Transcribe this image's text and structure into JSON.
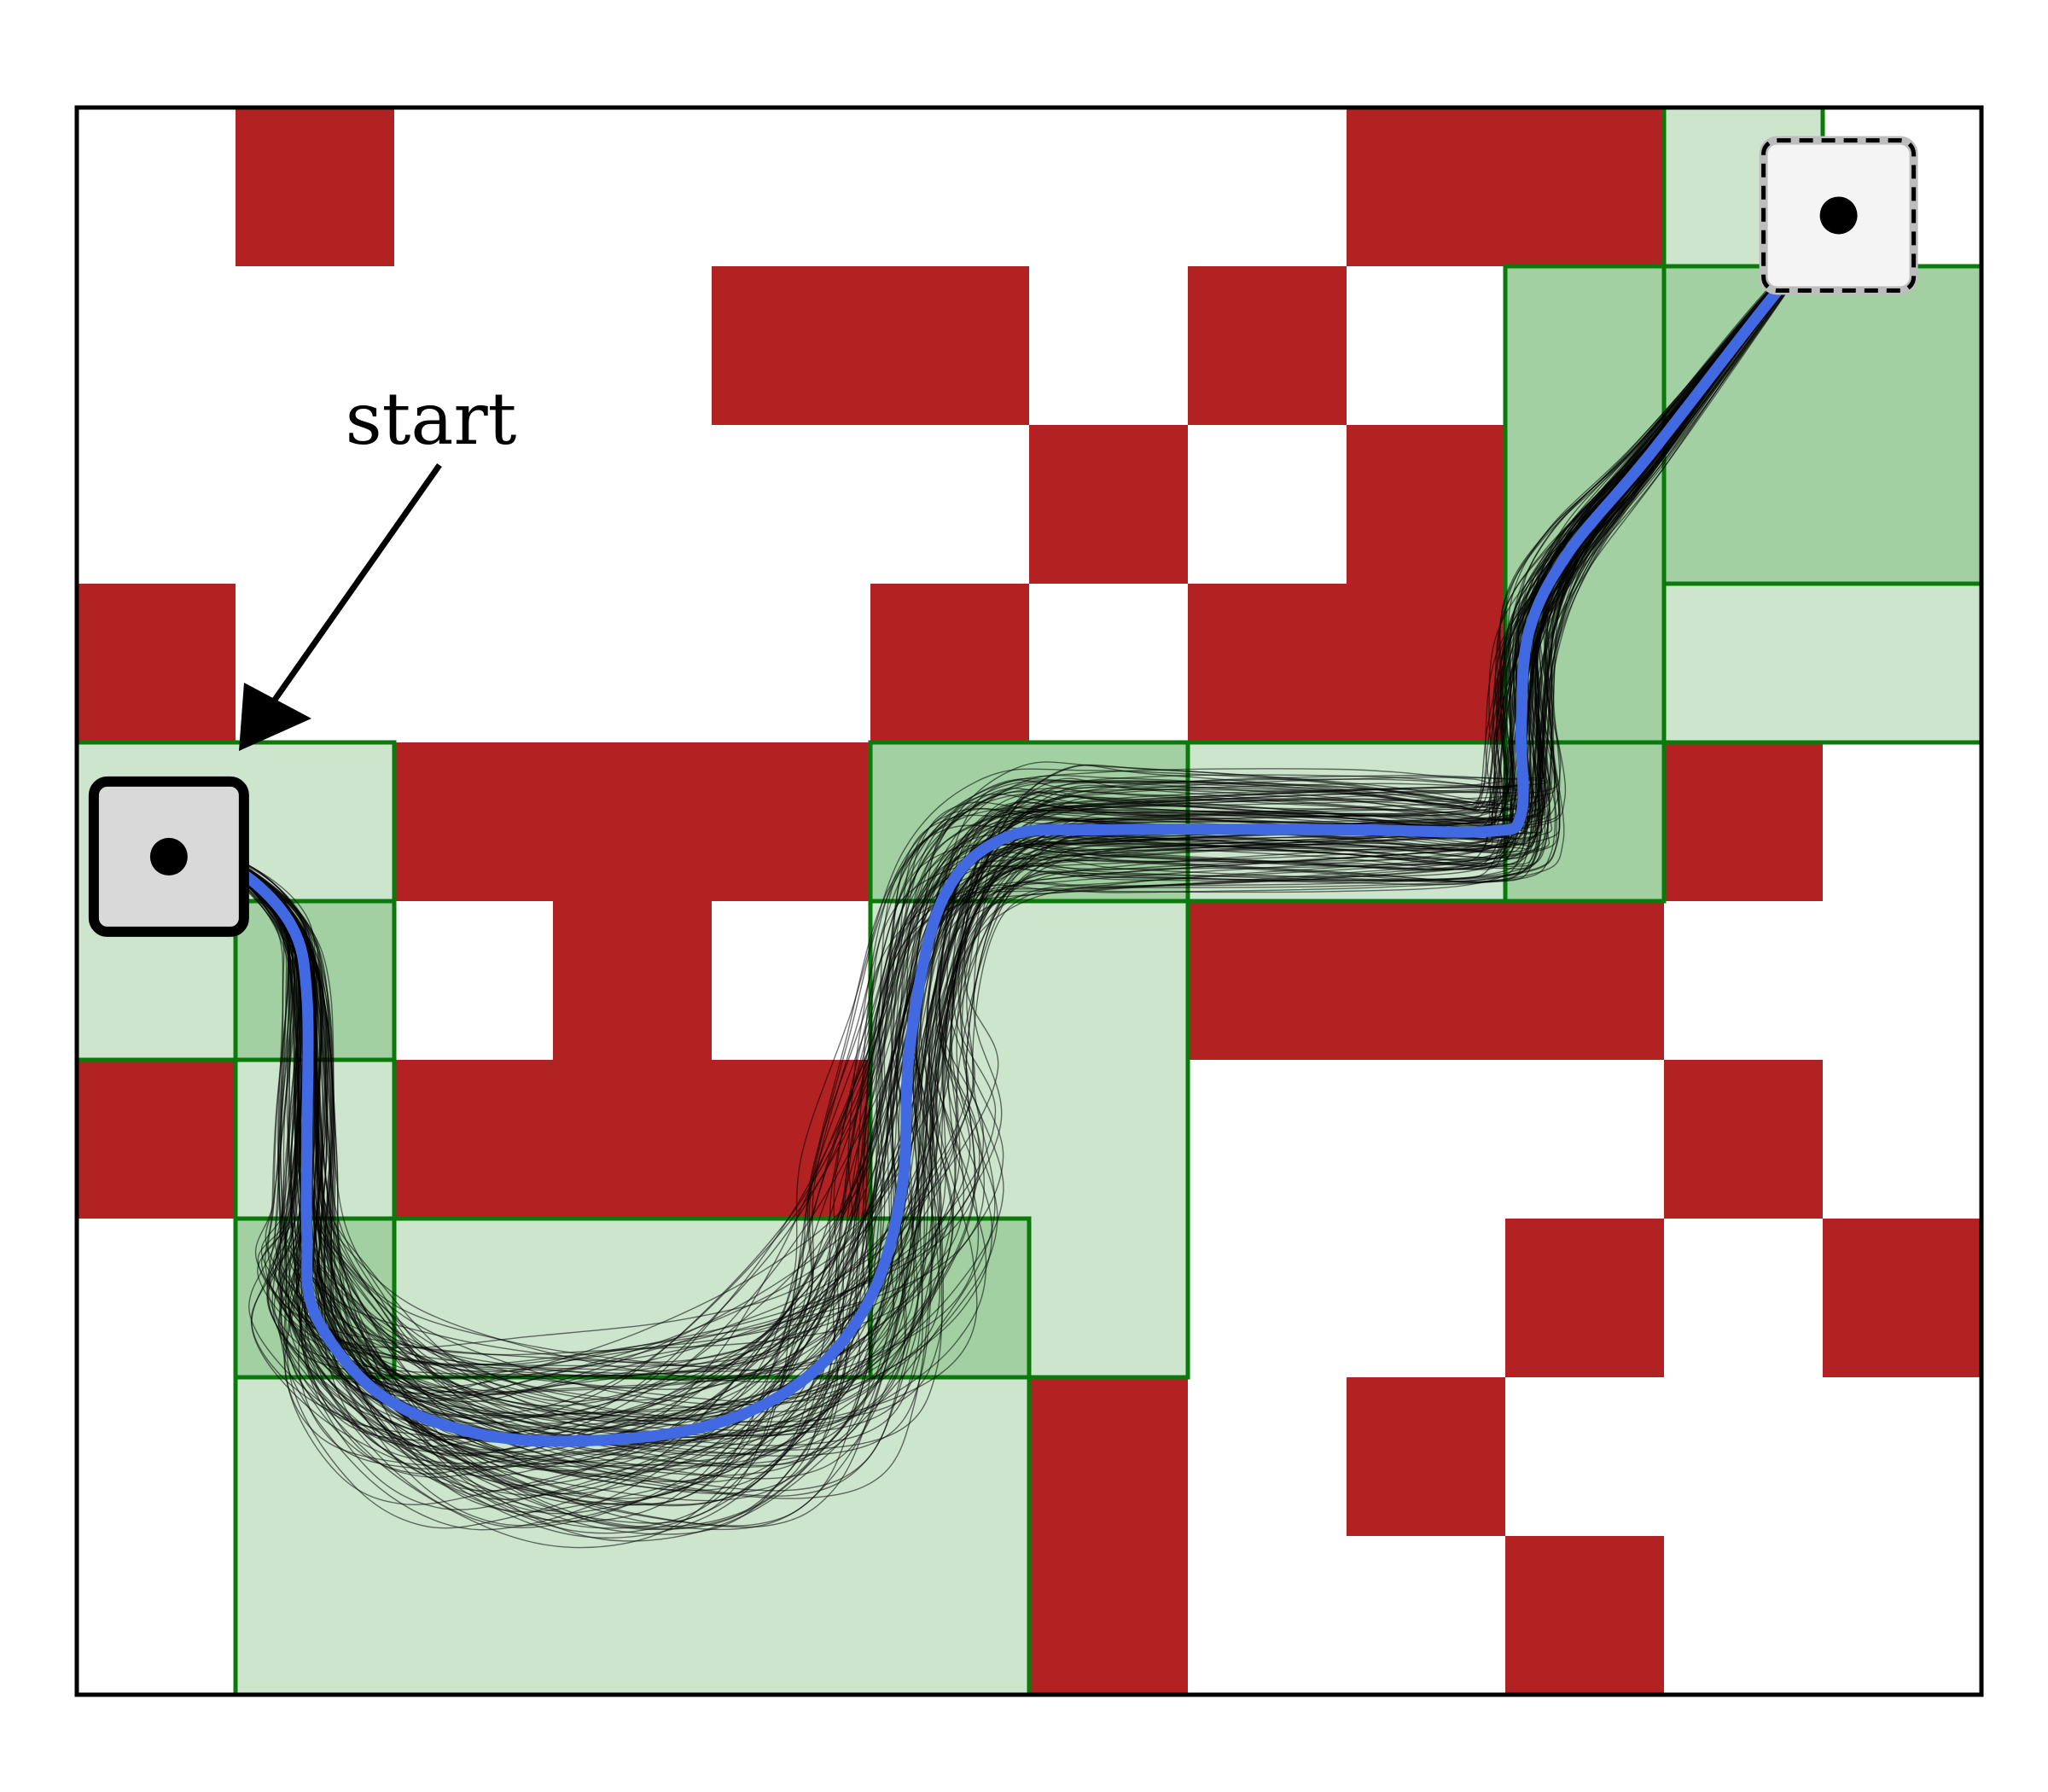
{
  "annotation": {
    "start_label": "start"
  },
  "colors": {
    "obstacle": "#b22222",
    "corridor_light": "#cde5cd",
    "corridor_dark": "#a2d0a2",
    "corridor_edge": "#0a7a0a",
    "mean_path": "#4169e1",
    "sample_paths": "#000000",
    "start_box": "#d9d9d9",
    "goal_box": "#f4f4f4",
    "frame": "#000000"
  },
  "grid": {
    "cols": 12,
    "rows": 10
  },
  "obstacles": [
    [
      1,
      0
    ],
    [
      8,
      0
    ],
    [
      9,
      0
    ],
    [
      4,
      1
    ],
    [
      5,
      1
    ],
    [
      7,
      1
    ],
    [
      6,
      2
    ],
    [
      8,
      2
    ],
    [
      0,
      3
    ],
    [
      5,
      3
    ],
    [
      7,
      3
    ],
    [
      8,
      3
    ],
    [
      2,
      4
    ],
    [
      3,
      4
    ],
    [
      4,
      4
    ],
    [
      10,
      4
    ],
    [
      3,
      5
    ],
    [
      7,
      5
    ],
    [
      8,
      5
    ],
    [
      9,
      5
    ],
    [
      0,
      6
    ],
    [
      2,
      6
    ],
    [
      3,
      6
    ],
    [
      4,
      6
    ],
    [
      10,
      6
    ],
    [
      9,
      7
    ],
    [
      11,
      7
    ],
    [
      6,
      8
    ],
    [
      8,
      8
    ],
    [
      6,
      9
    ],
    [
      9,
      9
    ]
  ],
  "corridor_cells_light": [
    [
      10,
      0
    ],
    [
      9,
      1
    ],
    [
      10,
      1
    ],
    [
      11,
      1
    ],
    [
      9,
      2
    ],
    [
      10,
      2
    ],
    [
      11,
      2
    ],
    [
      9,
      3
    ],
    [
      10,
      3
    ],
    [
      11,
      3
    ],
    [
      0,
      4
    ],
    [
      1,
      4
    ],
    [
      5,
      4
    ],
    [
      6,
      4
    ],
    [
      7,
      4
    ],
    [
      8,
      4
    ],
    [
      9,
      4
    ],
    [
      0,
      5
    ],
    [
      1,
      5
    ],
    [
      5,
      5
    ],
    [
      6,
      5
    ],
    [
      1,
      6
    ],
    [
      5,
      6
    ],
    [
      6,
      6
    ],
    [
      1,
      7
    ],
    [
      2,
      7
    ],
    [
      3,
      7
    ],
    [
      4,
      7
    ],
    [
      5,
      7
    ],
    [
      6,
      7
    ],
    [
      1,
      8
    ],
    [
      2,
      8
    ],
    [
      3,
      8
    ],
    [
      4,
      8
    ],
    [
      5,
      8
    ],
    [
      1,
      9
    ],
    [
      2,
      9
    ],
    [
      3,
      9
    ],
    [
      4,
      9
    ],
    [
      5,
      9
    ]
  ],
  "corridor_cells_dark": [
    [
      9,
      1
    ],
    [
      10,
      1
    ],
    [
      11,
      1
    ],
    [
      9,
      2
    ],
    [
      10,
      2
    ],
    [
      11,
      2
    ],
    [
      9,
      3
    ],
    [
      9,
      4
    ],
    [
      5,
      4
    ],
    [
      6,
      4
    ],
    [
      1,
      5
    ],
    [
      1,
      7
    ],
    [
      5,
      7
    ]
  ],
  "corridor_boxes": [
    [
      10,
      0,
      1,
      1
    ],
    [
      9,
      1,
      1,
      3
    ],
    [
      10,
      1,
      2,
      2
    ],
    [
      10,
      3,
      2,
      1
    ],
    [
      9,
      4,
      1,
      1
    ],
    [
      7,
      4,
      2,
      1
    ],
    [
      5,
      4,
      2,
      1
    ],
    [
      5,
      5,
      2,
      3
    ],
    [
      0,
      4,
      2,
      2
    ],
    [
      1,
      5,
      1,
      1
    ],
    [
      1,
      6,
      1,
      1
    ],
    [
      1,
      7,
      1,
      1
    ],
    [
      1,
      7,
      5,
      1
    ],
    [
      5,
      7,
      1,
      1
    ],
    [
      1,
      8,
      5,
      2
    ]
  ],
  "start_cell": [
    0.58,
    4.72
  ],
  "goal_cell": [
    11.1,
    0.68
  ],
  "mean_path_cells": [
    [
      0.58,
      4.72
    ],
    [
      1.0,
      4.8
    ],
    [
      1.35,
      5.15
    ],
    [
      1.45,
      5.6
    ],
    [
      1.45,
      6.5
    ],
    [
      1.45,
      7.1
    ],
    [
      1.5,
      7.6
    ],
    [
      1.9,
      8.1
    ],
    [
      2.5,
      8.35
    ],
    [
      3.2,
      8.4
    ],
    [
      4.0,
      8.3
    ],
    [
      4.6,
      8.0
    ],
    [
      5.0,
      7.5
    ],
    [
      5.2,
      6.8
    ],
    [
      5.25,
      5.9
    ],
    [
      5.45,
      5.0
    ],
    [
      5.85,
      4.6
    ],
    [
      6.5,
      4.55
    ],
    [
      8.0,
      4.55
    ],
    [
      8.9,
      4.56
    ],
    [
      9.1,
      4.45
    ],
    [
      9.1,
      3.9
    ],
    [
      9.15,
      3.3
    ],
    [
      9.4,
      2.8
    ],
    [
      9.9,
      2.2
    ],
    [
      10.6,
      1.3
    ],
    [
      11.1,
      0.68
    ]
  ]
}
